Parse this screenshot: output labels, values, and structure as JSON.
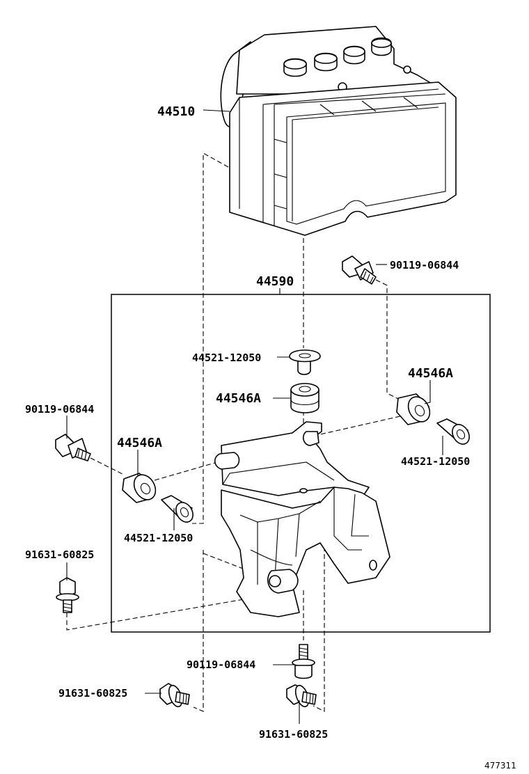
{
  "labels": {
    "actuator": "44510",
    "bracket_assy": "44590",
    "bolt_top_right": "90119-06844",
    "collar_center": "44521-12050",
    "cushion_center": "44546A",
    "cushion_right": "44546A",
    "collar_right": "44521-12050",
    "bolt_left": "90119-06844",
    "cushion_left": "44546A",
    "collar_left": "44521-12050",
    "bolt_flange_left": "91631-60825",
    "bolt_bottom_center": "90119-06844",
    "bolt_flange_bottom_left": "91631-60825",
    "bolt_flange_bottom_center": "91631-60825"
  },
  "figure_number": "477311"
}
